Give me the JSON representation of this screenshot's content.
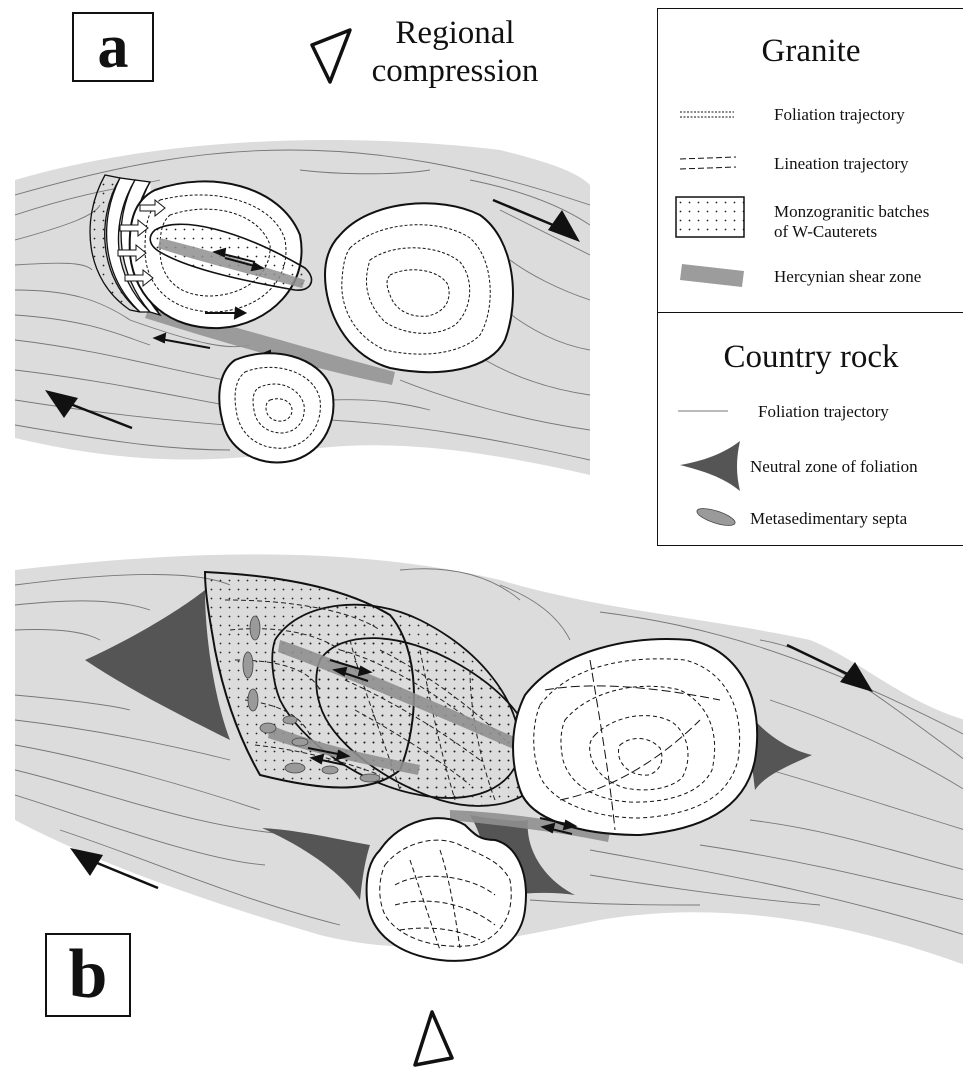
{
  "panels": {
    "a": "a",
    "b": "b"
  },
  "compression": {
    "line1": "Regional",
    "line2": "compression"
  },
  "legend": {
    "granite_title": "Granite",
    "granite_items": {
      "foliation": "Foliation trajectory",
      "lineation": "Lineation trajectory",
      "batches_l1": "Monzogranitic batches",
      "batches_l2": "of W-Cauterets",
      "shear": "Hercynian shear zone"
    },
    "country_title": "Country rock",
    "country_items": {
      "foliation": "Foliation trajectory",
      "neutral": "Neutral zone of foliation",
      "septa": "Metasedimentary septa"
    }
  },
  "colors": {
    "country_rock": "#dcdcdc",
    "neutral_zone": "#555555",
    "shear_zone": "#8f8f8f",
    "septa": "#9a9a9a",
    "outline": "#111111"
  }
}
